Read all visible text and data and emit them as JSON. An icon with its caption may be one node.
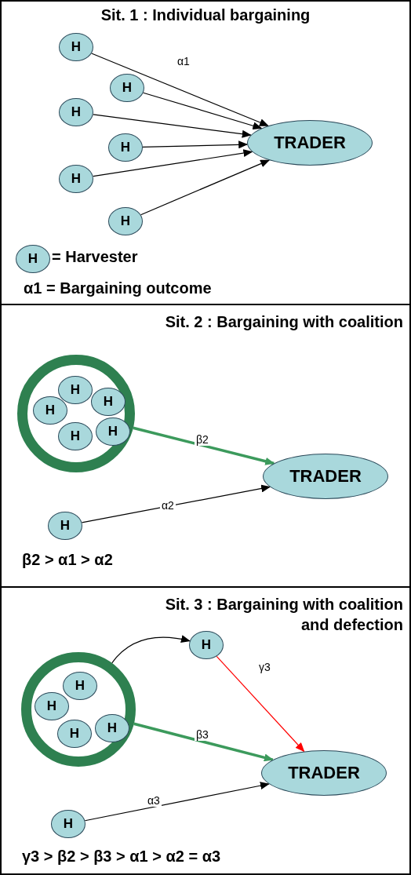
{
  "diagram": {
    "nodes": [
      {
        "text": [
          "Sit. 1 : Individual bargaining"
        ]
      },
      {
        "text": [
          "H"
        ],
        "in": 0
      },
      {
        "text": [
          "H"
        ],
        "in": 0
      },
      {
        "text": [
          "H"
        ],
        "in": 0
      },
      {
        "text": [
          "H"
        ],
        "in": 0
      },
      {
        "text": [
          "H"
        ],
        "in": 0
      },
      {
        "text": [
          "H"
        ],
        "in": 0
      },
      {
        "text": [
          "TRADER"
        ],
        "in": 0
      },
      {
        "text": [
          "H"
        ],
        "in": 0,
        "beside": [
          "= Harvester"
        ]
      },
      {
        "text": [
          "Sit. 2 : Bargaining with coalition"
        ]
      },
      {
        "text": [],
        "shape": "circle",
        "in": 9
      },
      {
        "text": [
          "H"
        ],
        "in": 10
      },
      {
        "text": [
          "H"
        ],
        "in": 10
      },
      {
        "text": [
          "H"
        ],
        "in": 10
      },
      {
        "text": [
          "H"
        ],
        "in": 10
      },
      {
        "text": [
          "H"
        ],
        "in": 10
      },
      {
        "text": [
          "TRADER"
        ],
        "in": 9
      },
      {
        "text": [
          "H"
        ],
        "in": 9
      },
      {
        "text": [
          "Sit. 3 : Bargaining with coalition and defection"
        ]
      },
      {
        "text": [],
        "shape": "circle",
        "in": 18
      },
      {
        "text": [
          "H"
        ],
        "in": 19
      },
      {
        "text": [
          "H"
        ],
        "in": 19
      },
      {
        "text": [
          "H"
        ],
        "in": 19
      },
      {
        "text": [
          "H"
        ],
        "in": 19
      },
      {
        "text": [
          "H"
        ],
        "in": 18
      },
      {
        "text": [
          "TRADER"
        ],
        "in": 18
      },
      {
        "text": [
          "H"
        ],
        "in": 18
      }
    ],
    "edges": [
      {
        "from": 1,
        "to": 7,
        "arrow": "to",
        "label": "α1"
      },
      {
        "from": 2,
        "to": 7,
        "arrow": "to"
      },
      {
        "from": 3,
        "to": 7,
        "arrow": "to"
      },
      {
        "from": 4,
        "to": 7,
        "arrow": "to"
      },
      {
        "from": 5,
        "to": 7,
        "arrow": "to"
      },
      {
        "from": 6,
        "to": 7,
        "arrow": "to"
      },
      {
        "from": 10,
        "to": 16,
        "arrow": "to",
        "label": "β2",
        "style": "thick",
        "color": "#3c9a5c"
      },
      {
        "from": 17,
        "to": 16,
        "arrow": "to",
        "label": "α2"
      },
      {
        "from": 19,
        "to": 24,
        "arrow": "to"
      },
      {
        "from": 24,
        "to": 25,
        "arrow": "to",
        "label": "γ3",
        "color": "#ff0000"
      },
      {
        "from": 19,
        "to": 25,
        "arrow": "to",
        "label": "β3",
        "style": "thick",
        "color": "#3c9a5c"
      },
      {
        "from": 26,
        "to": 25,
        "arrow": "to",
        "label": "α3"
      }
    ],
    "labels": [
      "α1 = Bargaining outcome",
      "β2 > α1 > α2",
      "γ3 > β2 > β3 > α1 > α2 = α3"
    ]
  }
}
